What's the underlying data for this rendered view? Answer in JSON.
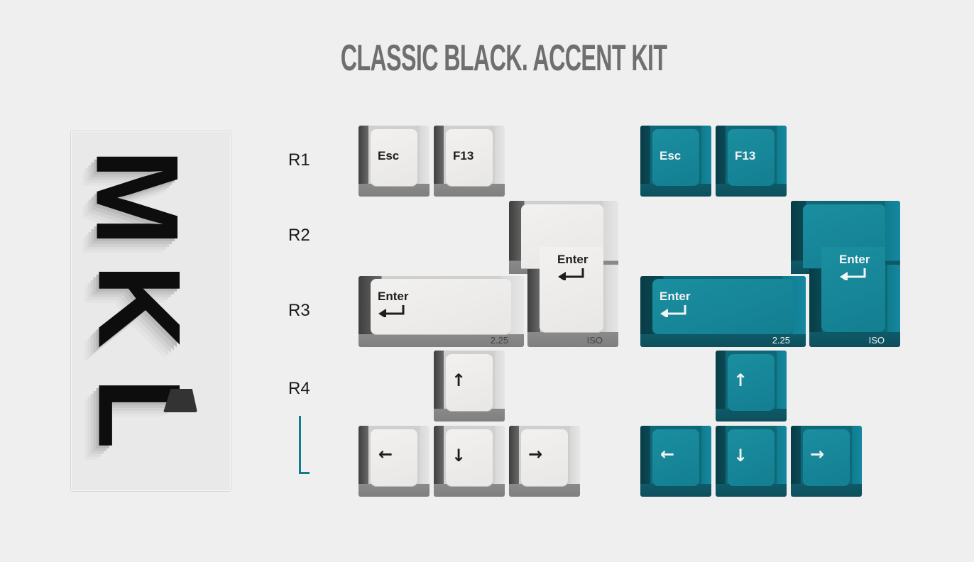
{
  "title": "CLASSIC BLACK. ACCENT KIT",
  "logo": {
    "letters": [
      "M",
      "K",
      "L"
    ],
    "icon": "keycap-icon"
  },
  "row_labels": [
    "R1",
    "R2",
    "R3",
    "R4"
  ],
  "colors": {
    "background": "#efefef",
    "title": "#6f6f6f",
    "white_key": "#eae9e7",
    "teal_key": "#16899b",
    "bracket": "#0f7b8c"
  },
  "kits": [
    {
      "name": "white",
      "keys": {
        "esc": "Esc",
        "f13": "F13",
        "iso_enter": {
          "legend": "Enter",
          "size": "ISO"
        },
        "enter_225": {
          "legend": "Enter",
          "size": "2.25"
        },
        "up": "↑",
        "left": "←",
        "down": "↓",
        "right": "→"
      }
    },
    {
      "name": "teal",
      "keys": {
        "esc": "Esc",
        "f13": "F13",
        "iso_enter": {
          "legend": "Enter",
          "size": "ISO"
        },
        "enter_225": {
          "legend": "Enter",
          "size": "2.25"
        },
        "up": "↑",
        "left": "←",
        "down": "↓",
        "right": "→"
      }
    }
  ]
}
